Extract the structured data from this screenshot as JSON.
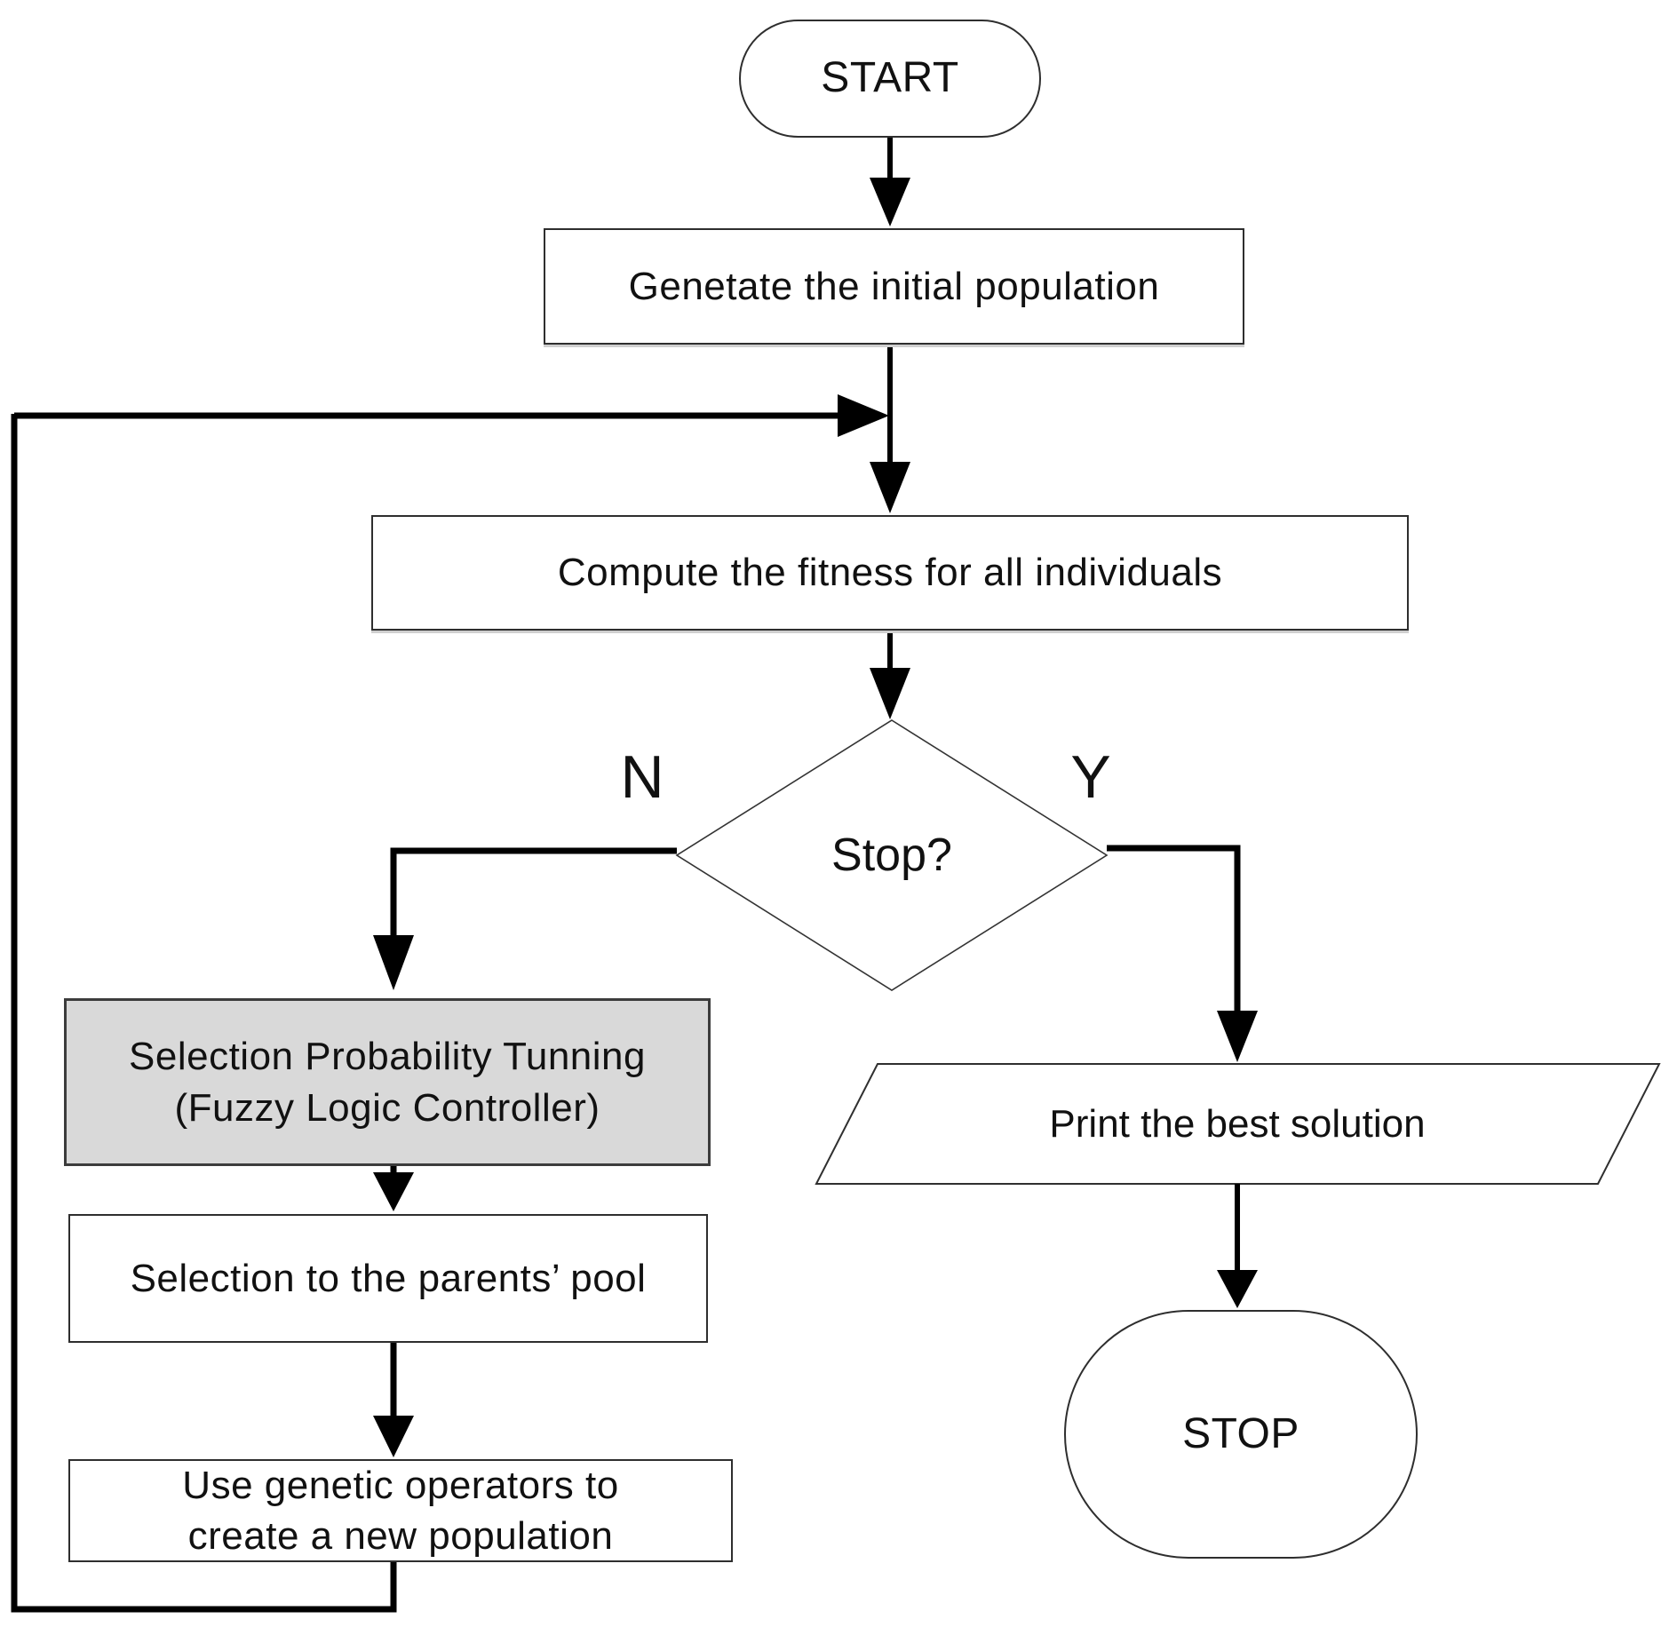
{
  "flowchart": {
    "nodes": {
      "start": "START",
      "generate": "Genetate the initial population",
      "compute": "Compute the fitness for all individuals",
      "decision": "Stop?",
      "tuning_line1": "Selection Probability Tunning",
      "tuning_line2": "(Fuzzy Logic Controller)",
      "parents_pool": "Selection to the parents’ pool",
      "operators_line1": "Use genetic operators to",
      "operators_line2": "create a new population",
      "print_best": "Print the best solution",
      "stop": "STOP"
    },
    "branches": {
      "no": "N",
      "yes": "Y"
    },
    "colors": {
      "line": "#000000",
      "box_border": "#2e2e2e",
      "highlight_fill": "#d9d9d9",
      "background": "#ffffff"
    }
  }
}
